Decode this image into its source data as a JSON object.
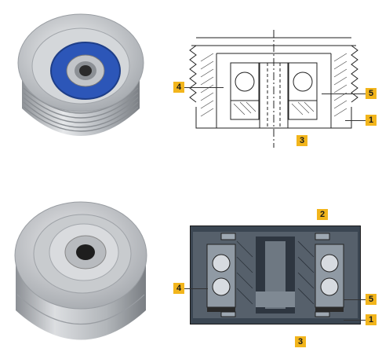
{
  "callouts": {
    "top": {
      "left": "4",
      "right_upper": "5",
      "right_lower": "1",
      "bottom": "3"
    },
    "bottom": {
      "top": "2",
      "left": "4",
      "right_upper": "5",
      "right_lower": "1",
      "bottom": "3"
    }
  },
  "colors": {
    "callout_fill": "#f2b51c",
    "seal_blue": "#2c56b8",
    "metal": "#c9ccd0",
    "section_dark": "#3b4652"
  },
  "icons": [
    "grooved-pulley-photo",
    "smooth-pulley-photo",
    "grooved-pulley-section-drawing",
    "smooth-pulley-section-drawing"
  ]
}
